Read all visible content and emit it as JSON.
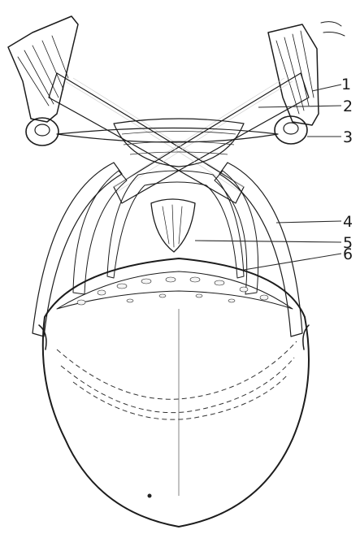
{
  "figure": {
    "callouts": [
      {
        "id": "1",
        "label": "1"
      },
      {
        "id": "2",
        "label": "2"
      },
      {
        "id": "3",
        "label": "3"
      },
      {
        "id": "4",
        "label": "4"
      },
      {
        "id": "5",
        "label": "5"
      },
      {
        "id": "6",
        "label": "6"
      }
    ]
  },
  "colors": {
    "ink": "#1c1c1c",
    "shade": "#555555",
    "paper": "#ffffff",
    "tongue": "#f1f1f1"
  }
}
